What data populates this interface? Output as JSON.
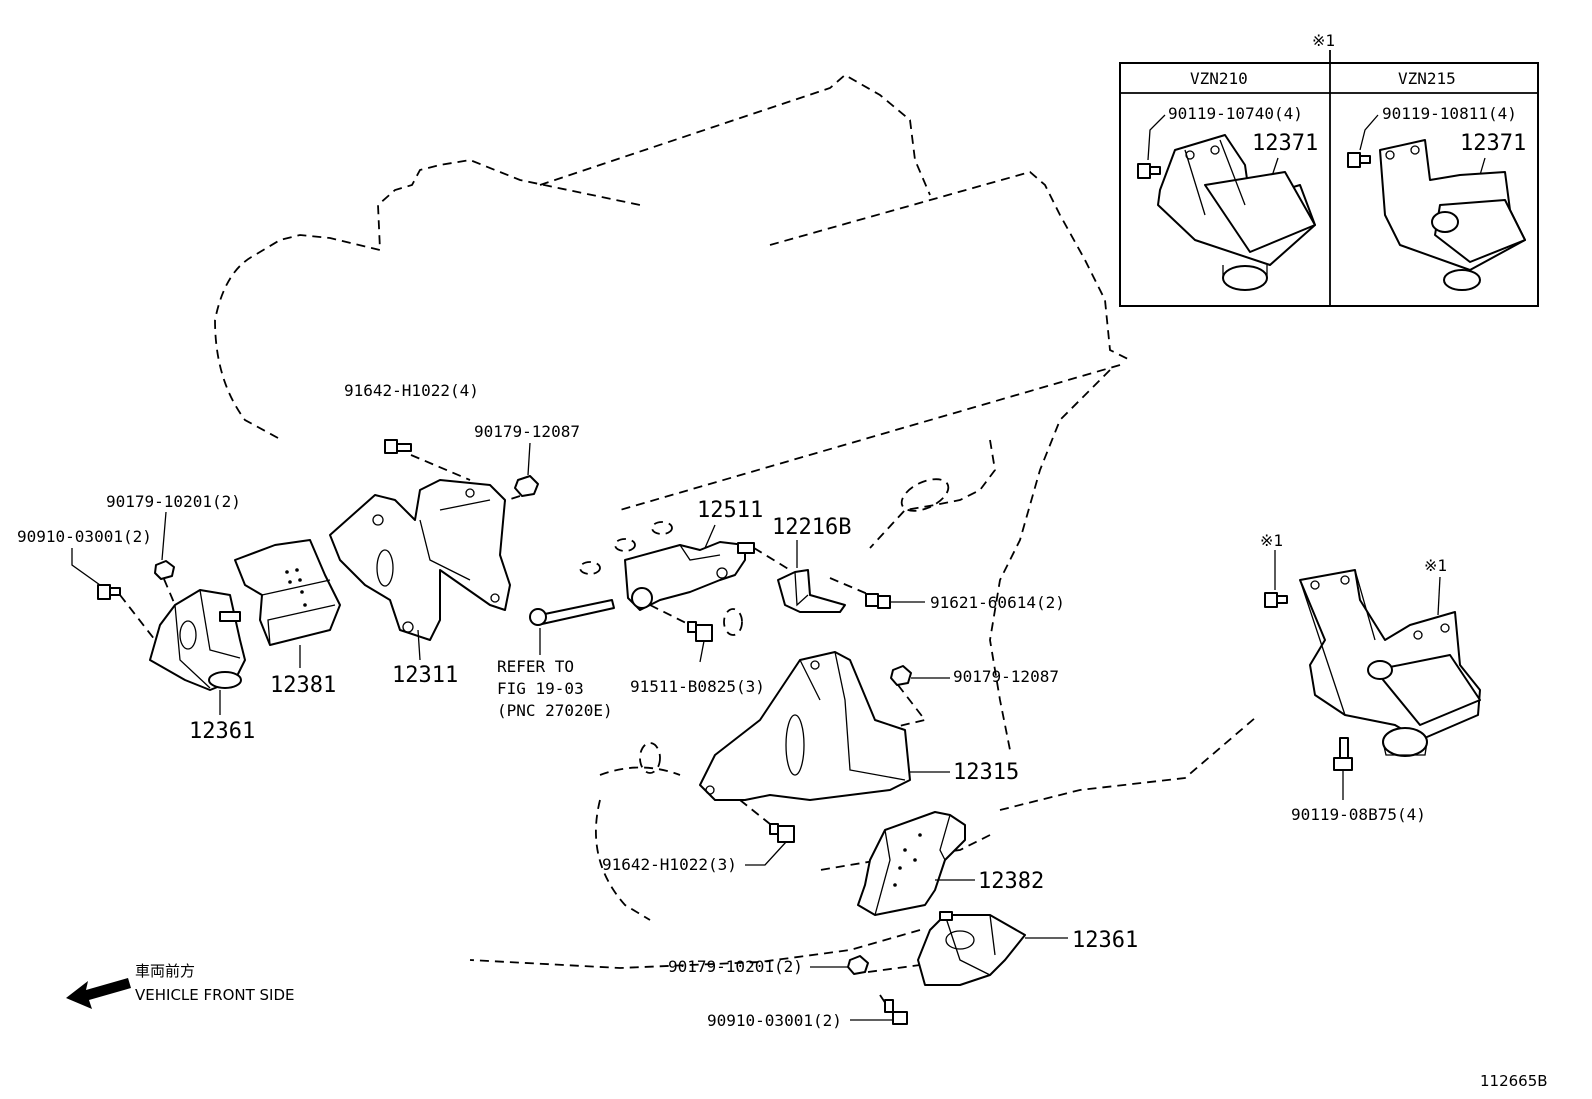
{
  "inset": {
    "marker": "※1",
    "col_left": {
      "header": "VZN210",
      "bolt": "90119-10740(4)",
      "part": "12371"
    },
    "col_right": {
      "header": "VZN215",
      "bolt": "90119-10811(4)",
      "part": "12371"
    }
  },
  "labels": {
    "p91642_h1022_4": "91642-H1022(4)",
    "p90179_12087_top": "90179-12087",
    "p90179_10201_left": "90179-10201(2)",
    "p90910_03001_left": "90910-03001(2)",
    "p12381": "12381",
    "p12311": "12311",
    "p12361_left": "12361",
    "p12511": "12511",
    "p12216b": "12216B",
    "p91621_60614": "91621-60614(2)",
    "refer_line1": "REFER TO",
    "refer_line2": "FIG 19-03",
    "refer_line3": "(PNC 27020E)",
    "p91511_b0825": "91511-B0825(3)",
    "p90179_12087_mid": "90179-12087",
    "p12315": "12315",
    "p91642_h1022_3": "91642-H1022(3)",
    "p12382": "12382",
    "p12361_right": "12361",
    "p90179_10201_bottom": "90179-10201(2)",
    "p90910_03001_bottom": "90910-03001(2)",
    "marker_bolt": "※1",
    "marker_mount": "※1",
    "p90119_08b75": "90119-08B75(4)"
  },
  "direction": {
    "jp": "車両前方",
    "en": "VEHICLE FRONT SIDE",
    "arrow_icon": "arrow-left-icon"
  },
  "figure_id": "112665B"
}
